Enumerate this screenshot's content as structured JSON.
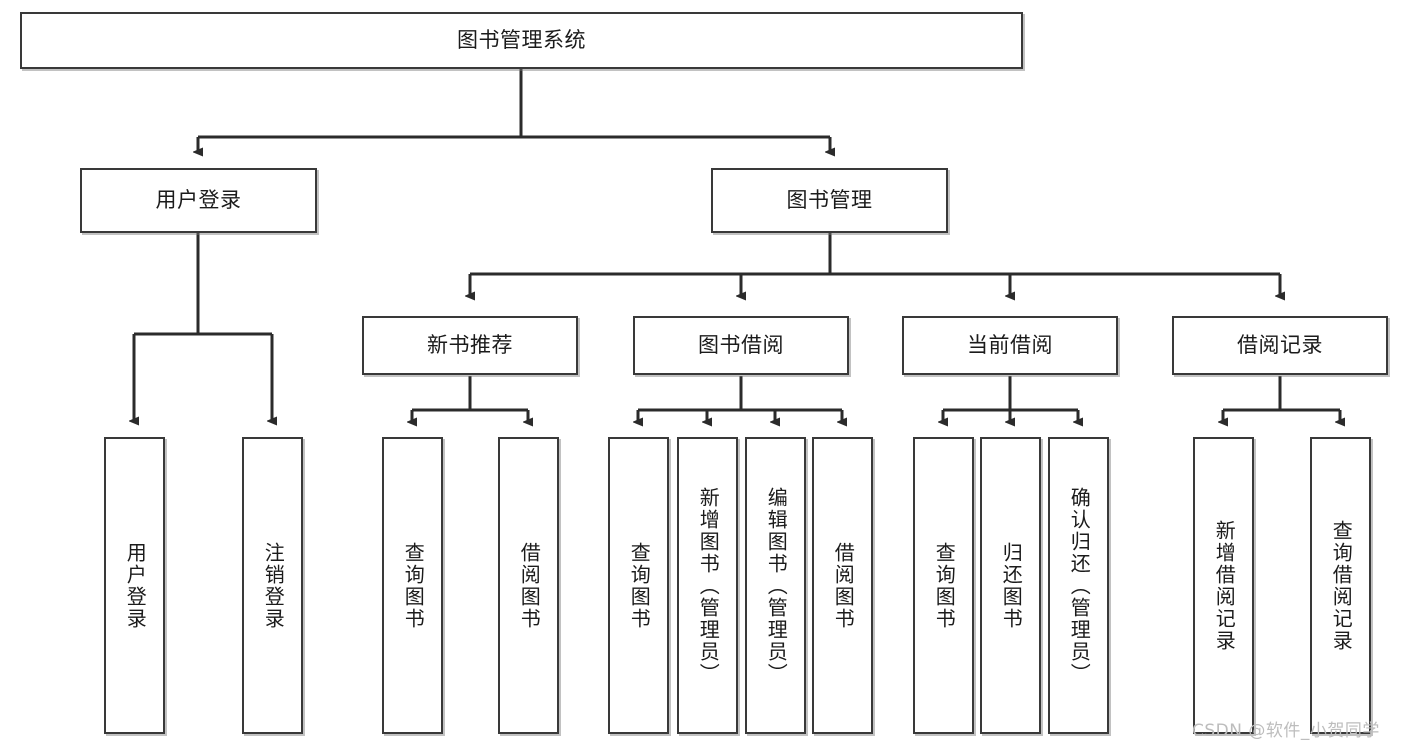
{
  "diagram": {
    "type": "tree",
    "title": "图书管理系统",
    "root": {
      "label": "图书管理系统"
    },
    "level2": [
      {
        "label": "用户登录"
      },
      {
        "label": "图书管理"
      }
    ],
    "level3": [
      {
        "label": "新书推荐"
      },
      {
        "label": "图书借阅"
      },
      {
        "label": "当前借阅"
      },
      {
        "label": "借阅记录"
      }
    ],
    "leaves": {
      "user_login": [
        {
          "label": "用户登录"
        },
        {
          "label": "注销登录"
        }
      ],
      "new_book_recommend": [
        {
          "label": "查询图书"
        },
        {
          "label": "借阅图书"
        }
      ],
      "book_borrow": [
        {
          "label": "查询图书"
        },
        {
          "label": "新增图书（管理员）"
        },
        {
          "label": "编辑图书（管理员）"
        },
        {
          "label": "借阅图书"
        }
      ],
      "current_borrow": [
        {
          "label": "查询图书"
        },
        {
          "label": "归还图书"
        },
        {
          "label": "确认归还（管理员）"
        }
      ],
      "borrow_record": [
        {
          "label": "新增借阅记录"
        },
        {
          "label": "查询借阅记录"
        }
      ]
    }
  },
  "watermark": {
    "text": "CSDN @软件_小贺同学"
  },
  "colors": {
    "stroke": "#393939",
    "text": "#1b1b1b",
    "background": "#ffffff",
    "watermark": "#bdbdbd"
  }
}
